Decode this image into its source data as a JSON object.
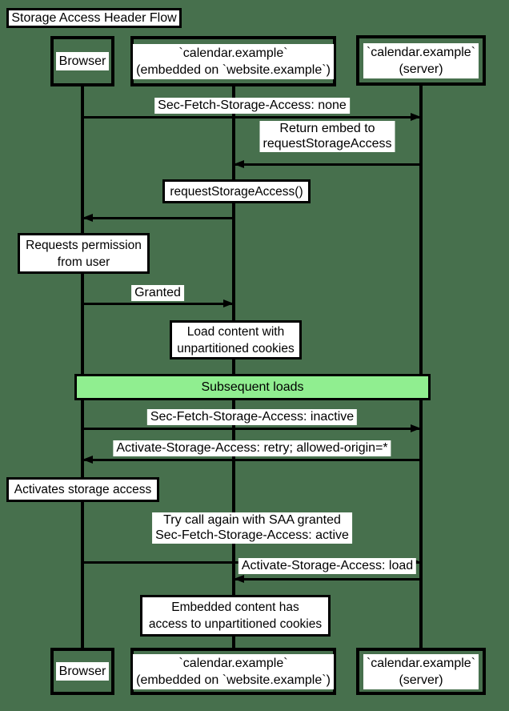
{
  "title": "Storage Access Header Flow",
  "colors": {
    "background": "#47704d",
    "line": "#000000",
    "note_fill": "#ffffff",
    "section_fill": "#90ee90",
    "text": "#000000"
  },
  "participants": [
    {
      "id": "browser",
      "lines": [
        "Browser"
      ]
    },
    {
      "id": "embed",
      "lines": [
        "`calendar.example`",
        "(embedded on `website.example`)"
      ]
    },
    {
      "id": "server",
      "lines": [
        "`calendar.example`",
        "(server)"
      ]
    }
  ],
  "messages": [
    {
      "from": "browser",
      "to": "server",
      "direction": "right",
      "lines": [
        "Sec-Fetch-Storage-Access: none"
      ]
    },
    {
      "from": "server",
      "to": "embed",
      "direction": "left",
      "lines": [
        "Return embed to",
        "requestStorageAccess"
      ]
    },
    {
      "from": "embed",
      "to": "browser",
      "direction": "left",
      "lines": []
    },
    {
      "from": "browser",
      "to": "embed",
      "direction": "right",
      "lines": [
        "Granted"
      ]
    },
    {
      "from": "browser",
      "to": "server",
      "direction": "right",
      "lines": [
        "Sec-Fetch-Storage-Access: inactive"
      ]
    },
    {
      "from": "server",
      "to": "browser",
      "direction": "left",
      "lines": [
        "Activate-Storage-Access: retry; allowed-origin=*"
      ]
    },
    {
      "from": "browser",
      "to": "server",
      "direction": "right",
      "lines": [
        "Try call again with SAA granted",
        "Sec-Fetch-Storage-Access: active"
      ]
    },
    {
      "from": "server",
      "to": "embed",
      "direction": "left",
      "lines": [
        "Activate-Storage-Access: load"
      ]
    }
  ],
  "notes": [
    {
      "over": "embed",
      "lines": [
        "requestStorageAccess()"
      ]
    },
    {
      "over": "browser",
      "lines": [
        "Requests permission",
        "from user"
      ]
    },
    {
      "over": "embed",
      "lines": [
        "Load content with",
        "unpartitioned cookies"
      ]
    },
    {
      "over": "browser",
      "lines": [
        "Activates storage access"
      ]
    },
    {
      "over": "embed",
      "lines": [
        "Embedded content has",
        "access to unpartitioned cookies"
      ]
    }
  ],
  "section": {
    "label": "Subsequent loads"
  }
}
